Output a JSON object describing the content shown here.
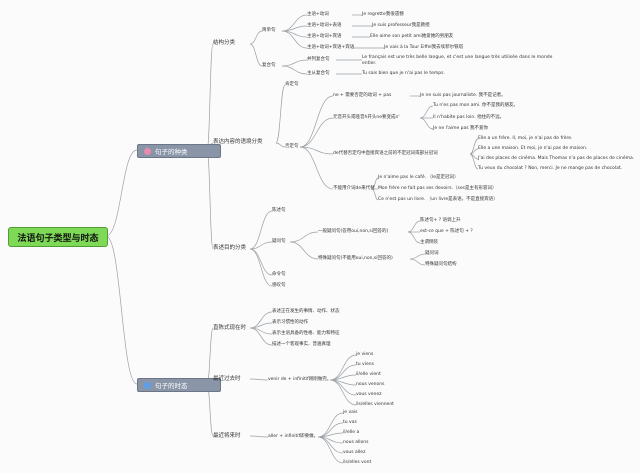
{
  "root": "法语句子类型与时态",
  "branches": {
    "types": {
      "label": "句子的种类",
      "icon": "flower-icon",
      "structure": {
        "label": "结构分类",
        "simple": {
          "label": "简单句",
          "items": [
            {
              "pattern": "主语+动词",
              "example": "Je regrette我很遗憾"
            },
            {
              "pattern": "主语+动词+表语",
              "example": "Je suis professeur我是教授"
            },
            {
              "pattern": "主语+动词+宾语",
              "example": "Elle aime son petit ami她爱她的男朋友"
            },
            {
              "pattern": "主语+动词+宾语+宾语",
              "example": "Je vais à la Tour Eiffel我去埃菲尔铁塔"
            }
          ]
        },
        "compound": {
          "label": "复合句",
          "items": [
            {
              "pattern": "并列复合句",
              "example": "Le français est une très belle langue, et c'est une langue très utilisée dans le monde entier."
            },
            {
              "pattern": "主从复合句",
              "example": "Tu sais bien que je n'ai pas le temps."
            }
          ]
        }
      },
      "meaning": {
        "label": "表达内容的语境分类",
        "affirmative": "肯定句",
        "negative": {
          "label": "否定句",
          "ne_pas": {
            "label": "ne + 需要否定的动词 + pas",
            "example": "Je ne suis pas journaliste. 我不是记者。"
          },
          "inverse": {
            "label": "元音开头或哑音h开头ne要变成n'",
            "examples": [
              "Tu n'es pas mon ami. 你不是我的朋友。",
              "Il n'habite pas loin. 他住的不远。",
              "Je ne l'aime pas 我不爱你"
            ]
          },
          "de": {
            "label": "de代替否定句中直接宾语之前的不定冠词或部分冠词",
            "examples": [
              "Elle a un frère. Il, moi, je n'ai pas de frère.",
              "Elle a une maison. Et moi, je n'ai pas de maison.",
              "J'ai des places de cinéma. Mais Thomas n'a pas de places de cinéma.",
              "Tu veux du chocolat ? Non, merci. Je ne mange pas de chocolat."
            ]
          },
          "no_change": {
            "label": "不能用介词de来代替",
            "examples": [
              "Je n'aime pas le café. （le是定冠词）",
              "Mon frère ne fait pas ses devoirs.（ses是主有形容词）",
              "Ce n'est pas un livre. （un livre是表语，不是直接宾语）"
            ]
          }
        }
      },
      "purpose": {
        "label": "表述目的分类",
        "declarative": "陈述句",
        "interrogative": {
          "label": "疑问句",
          "general": {
            "label": "一般疑问句(答用oui,non,si回答的)",
            "examples": [
              "陈述句+ ? 语调上升",
              "est-ce que + 陈述句 + ？",
              "主谓倒装"
            ]
          },
          "special": {
            "label": "特殊疑问句(不能用oui,non,si回答的)",
            "examples": [
              "疑问词",
              "特殊疑问句结构"
            ]
          }
        },
        "imperative": "命令句",
        "exclamative": "感叹句"
      }
    },
    "tenses": {
      "label": "句子的时态",
      "icon": "water-icon",
      "present": {
        "label": "直陈式现在时",
        "items": [
          "表述正在发生的事情、动作、状态",
          "表示习惯性的动作",
          "表示主语具备的性格、能力和特征",
          "描述一个客观事实、普遍真理"
        ]
      },
      "near_past": {
        "label": "最近过去时",
        "rule": "venir de + infinitif刚刚做完。",
        "conj": [
          "je viens",
          "tu viens",
          "il/elle vient",
          "nous venons",
          "vous venez",
          "ils/elles viennent"
        ]
      },
      "near_future": {
        "label": "最近将来时",
        "rule": "aller + infinitif即要做。",
        "conj": [
          "je vais",
          "tu vas",
          "il/elle a",
          "nous allons",
          "vous allez",
          "ils/elles vont"
        ]
      }
    }
  },
  "colors": {
    "root": "#7ed957",
    "main": "#8a95a8",
    "line": "#9aa0a6"
  }
}
